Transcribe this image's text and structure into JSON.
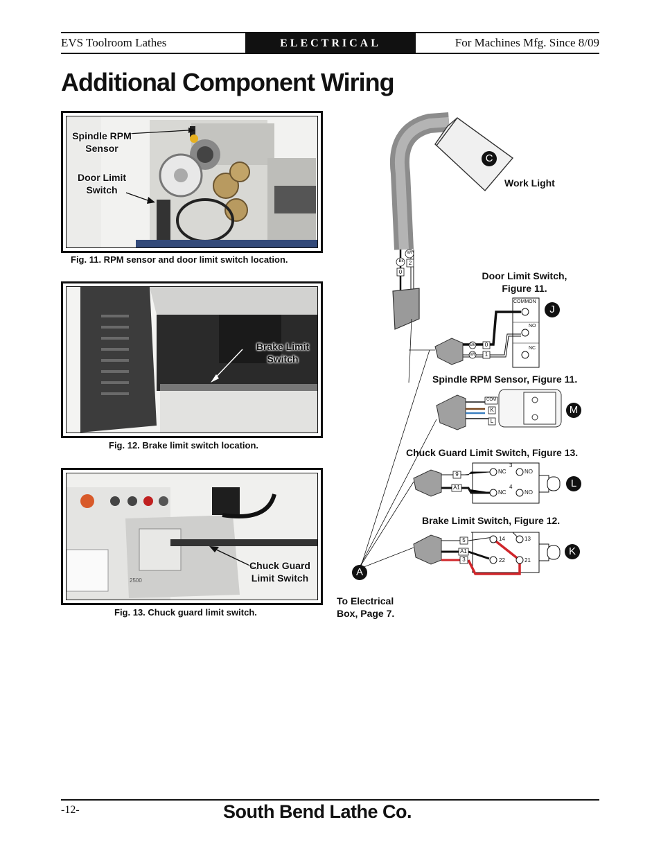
{
  "header": {
    "left": "EVS Toolroom Lathes",
    "center": "ELECTRICAL",
    "right": "For Machines Mfg. Since 8/09"
  },
  "title": "Additional Component Wiring",
  "figures": {
    "fig11": {
      "caption": "Fig. 11. RPM sensor and door limit switch location.",
      "label_rpm": "Spindle RPM Sensor",
      "label_door": "Door Limit Switch"
    },
    "fig12": {
      "caption": "Fig. 12. Brake limit switch location.",
      "label_brake": "Brake Limit Switch"
    },
    "fig13": {
      "caption": "Fig. 13. Chuck guard limit switch.",
      "label_chuck": "Chuck Guard Limit Switch",
      "panel_number": "2500"
    }
  },
  "diagram": {
    "work_light": "Work Light",
    "door_limit": "Door Limit Switch, Figure 11.",
    "spindle_rpm": "Spindle RPM Sensor, Figure 11.",
    "chuck_guard": "Chuck Guard Limit Switch, Figure 13.",
    "brake_limit": "Brake Limit Switch, Figure 12.",
    "to_box": "To Electrical Box, Page 7.",
    "badges": {
      "c": "C",
      "j": "J",
      "m": "M",
      "l": "L",
      "k": "K",
      "a": "A"
    },
    "work_light_wires": {
      "bk": "Bk",
      "wt": "Wt",
      "w0": "0",
      "w2": "2"
    },
    "door": {
      "common": "COMMON",
      "no": "NO",
      "nc": "NC",
      "bk": "Bk",
      "wt": "Wt",
      "w0": "0",
      "w1": "1"
    },
    "rpm": {
      "com": "COM",
      "k": "K",
      "l": "L"
    },
    "chuck": {
      "w9": "9",
      "a1": "A1",
      "nc": "NC",
      "no": "NO",
      "t3": "3",
      "t4": "4"
    },
    "brake": {
      "w5": "5",
      "a1": "A1",
      "w3": "3",
      "t14": "14",
      "t13": "13",
      "t22": "22",
      "t21": "21"
    }
  },
  "footer": {
    "page": "-12-",
    "brand": "South Bend Lathe Co."
  },
  "colors": {
    "wire_red": "#d0262b",
    "wire_blue": "#3a7fc0",
    "wire_brown": "#7a4a22",
    "cable_gray": "#9a9a9a"
  }
}
